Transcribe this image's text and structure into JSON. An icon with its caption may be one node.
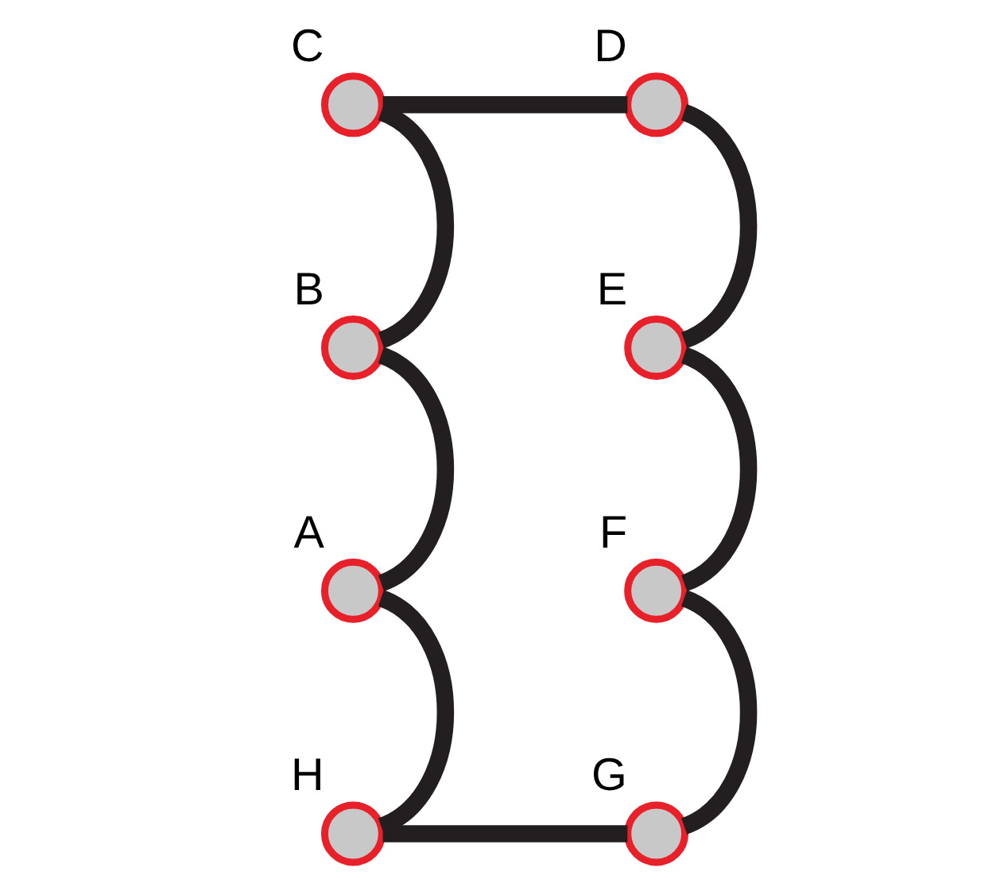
{
  "diagram": {
    "nodes": [
      {
        "text": [],
        "shape": "circle",
        "beside": [
          "A"
        ]
      },
      {
        "text": [],
        "shape": "circle",
        "beside": [
          "B"
        ]
      },
      {
        "text": [],
        "shape": "circle",
        "beside": [
          "C"
        ]
      },
      {
        "text": [],
        "shape": "circle",
        "beside": [
          "D"
        ]
      },
      {
        "text": [],
        "shape": "circle",
        "beside": [
          "E"
        ]
      },
      {
        "text": [],
        "shape": "circle",
        "beside": [
          "F"
        ]
      },
      {
        "text": [],
        "shape": "circle",
        "beside": [
          "G"
        ]
      },
      {
        "text": [],
        "shape": "circle",
        "beside": [
          "H"
        ]
      }
    ],
    "edges": [
      {
        "from": 0,
        "to": 1,
        "arrow": "none"
      },
      {
        "from": 1,
        "to": 2,
        "arrow": "none"
      },
      {
        "from": 2,
        "to": 3,
        "arrow": "none"
      },
      {
        "from": 3,
        "to": 4,
        "arrow": "none"
      },
      {
        "from": 4,
        "to": 5,
        "arrow": "none"
      },
      {
        "from": 5,
        "to": 6,
        "arrow": "none"
      },
      {
        "from": 6,
        "to": 7,
        "arrow": "none"
      },
      {
        "from": 7,
        "to": 0,
        "arrow": "none"
      }
    ]
  }
}
